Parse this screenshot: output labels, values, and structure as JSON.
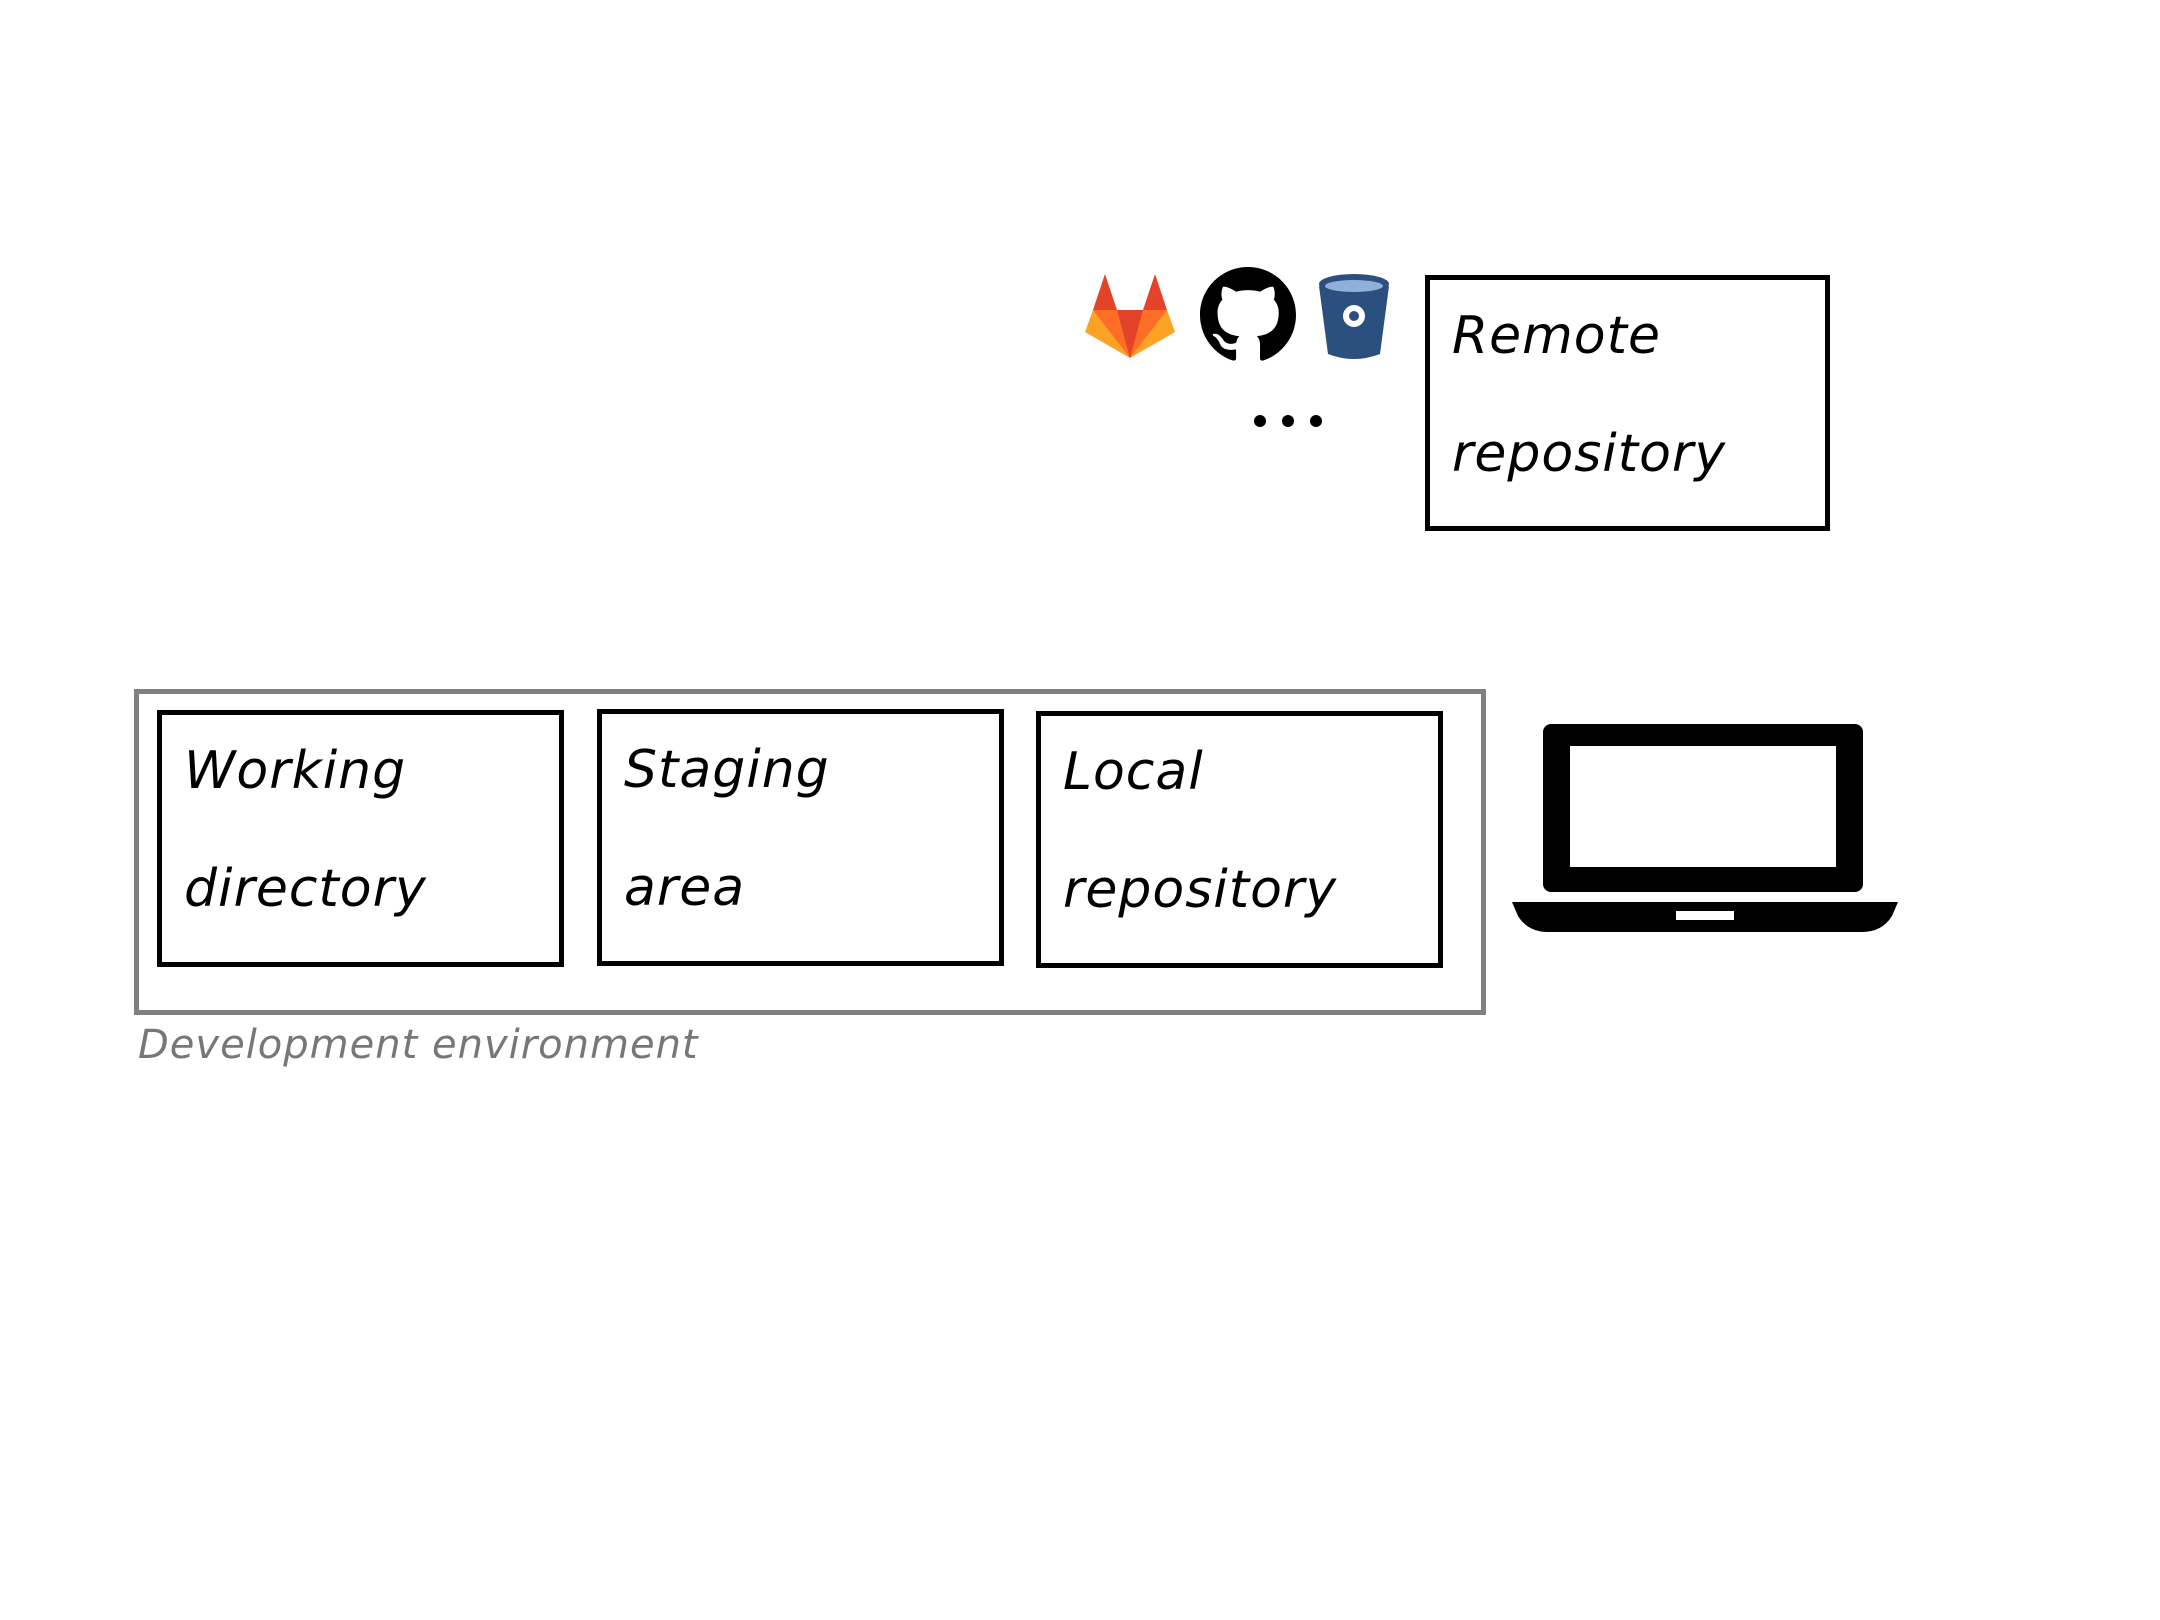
{
  "remote_repository": {
    "line1": "Remote",
    "line2": "repository"
  },
  "hosting_services": {
    "icons": [
      "gitlab-icon",
      "github-icon",
      "bitbucket-icon"
    ],
    "more": "…"
  },
  "development_environment": {
    "caption": "Development environment",
    "boxes": [
      {
        "line1": "Working",
        "line2": "directory"
      },
      {
        "line1": "Staging",
        "line2": "area"
      },
      {
        "line1": "Local",
        "line2": "repository"
      }
    ]
  },
  "colors": {
    "box_border": "#000000",
    "frame_border": "#808080",
    "caption": "#777777",
    "gitlab_orange": "#FC6D26",
    "gitlab_red": "#E24329",
    "gitlab_yellow": "#FCA326",
    "bitbucket_blue": "#2B4F7E"
  }
}
